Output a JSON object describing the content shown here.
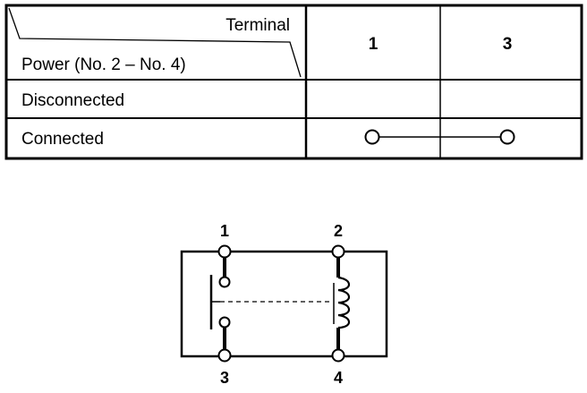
{
  "table": {
    "header_terminal_label": "Terminal",
    "header_power_label": "Power (No. 2 – No. 4)",
    "columns": [
      "1",
      "3"
    ],
    "rows": [
      {
        "label": "Disconnected",
        "connection": []
      },
      {
        "label": "Connected",
        "connection": [
          "1",
          "3"
        ]
      }
    ]
  },
  "relay_diagram": {
    "terminal_labels": {
      "t1": "1",
      "t2": "2",
      "t3": "3",
      "t4": "4"
    }
  }
}
